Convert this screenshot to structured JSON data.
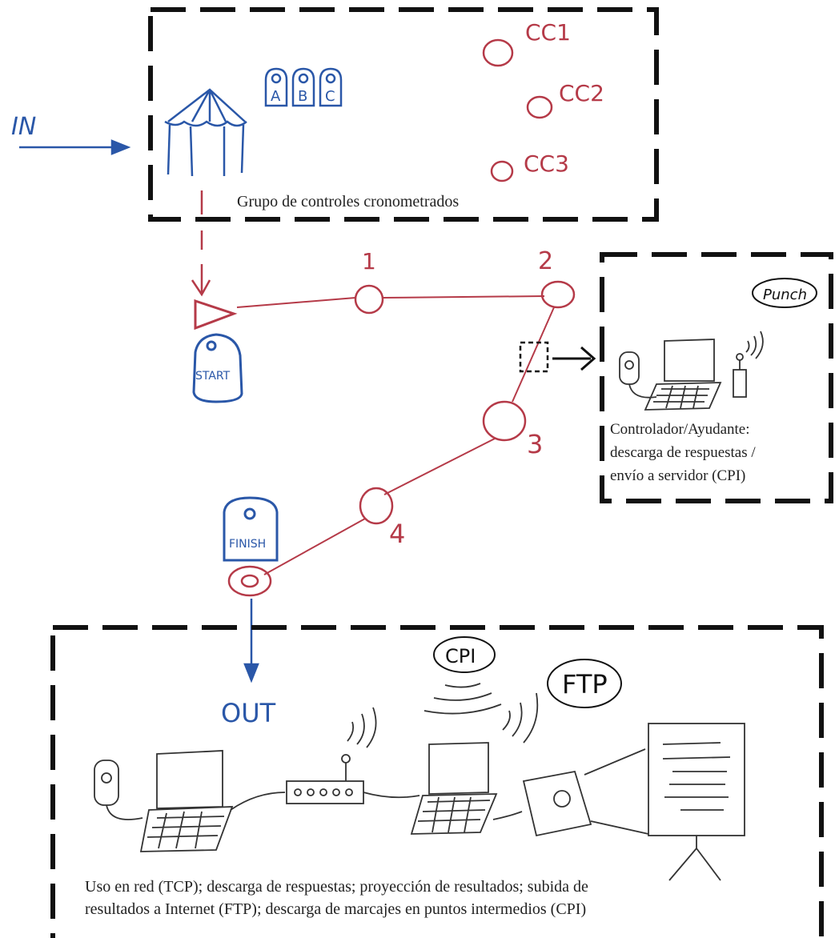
{
  "colors": {
    "ink": "#111111",
    "red": "#b53a48",
    "blue": "#2a57a8",
    "pencil": "#444444"
  },
  "timed_controls_box": {
    "caption": "Grupo de controles cronometrados",
    "entry_label": "IN",
    "station_letters": [
      "A",
      "B",
      "C"
    ],
    "controls": [
      "CC1",
      "CC2",
      "CC3"
    ]
  },
  "course": {
    "start_label": "START",
    "finish_label": "FINISH",
    "control_numbers": [
      "1",
      "2",
      "3",
      "4"
    ],
    "exit_label": "OUT"
  },
  "helper_box": {
    "bubble": "Punch",
    "caption_lines": [
      "Controlador/Ayudante:",
      "descarga de respuestas /",
      "envío a servidor (CPI)"
    ]
  },
  "network_box": {
    "bubbles": [
      "CPI",
      "FTP"
    ],
    "caption_lines": [
      "Uso en red (TCP); descarga de respuestas; proyección de resultados; subida de",
      "resultados a Internet (FTP); descarga de marcajes en puntos intermedios (CPI)"
    ]
  },
  "icons": [
    "tent-icon",
    "station-icon",
    "laptop-icon",
    "router-icon",
    "projector-icon",
    "screen-icon",
    "wifi-icon"
  ]
}
